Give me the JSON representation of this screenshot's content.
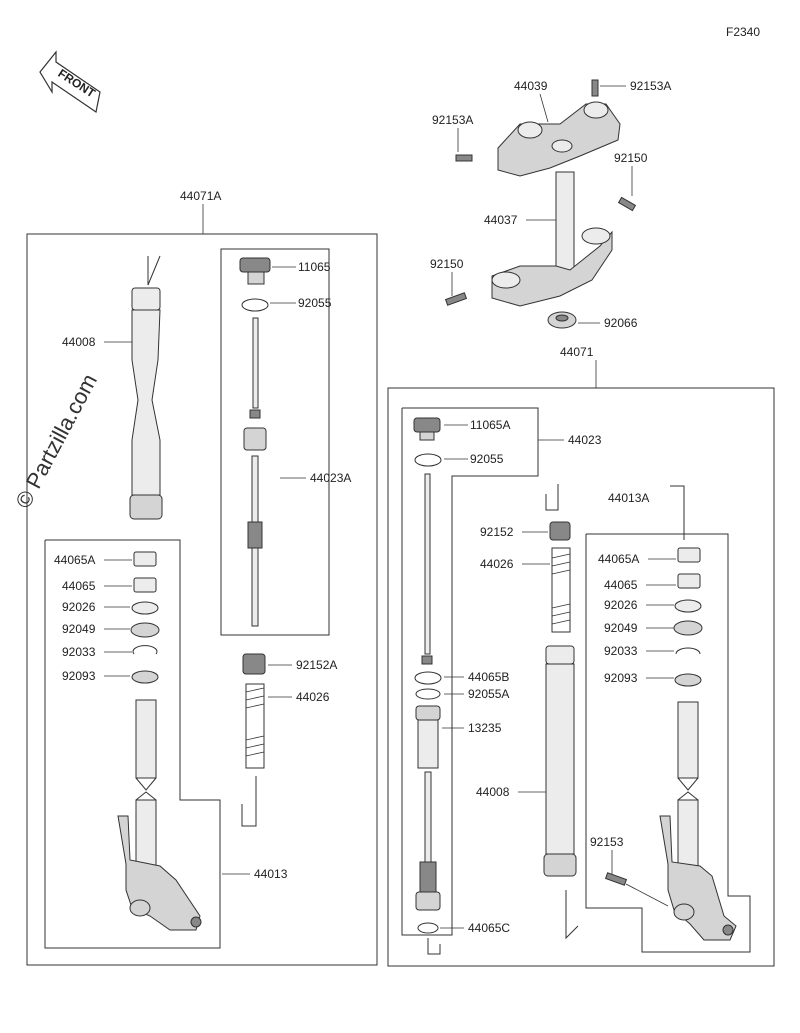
{
  "figure_code": "F2340",
  "front_label": "FRONT",
  "watermark": "© Partzilla.com",
  "left_assembly": {
    "assembly_label": "44071A",
    "parts": {
      "outer_tube": "44008",
      "cap_bolt": "11065",
      "oring_cap": "92055",
      "cartridge": "44023A",
      "bushing_a": "44065A",
      "bushing": "44065",
      "washer": "92026",
      "oil_seal": "92049",
      "circlip": "92033",
      "dust_seal": "92093",
      "spring_nut": "92152A",
      "spring": "44026",
      "inner_tube": "44013"
    }
  },
  "triple_clamp": {
    "upper_bracket": "44039",
    "bolt_right": "92153A",
    "bolt_left": "92153A",
    "stem": "44037",
    "bolt_stem_right": "92150",
    "bolt_stem_left": "92150",
    "stem_cap": "92066"
  },
  "right_assembly": {
    "assembly_label": "44071",
    "parts": {
      "cap_bolt": "11065A",
      "cartridge": "44023",
      "oring_cap": "92055",
      "spring_nut": "92152",
      "spring": "44026",
      "inner_assembly": "44013A",
      "bushing_a": "44065A",
      "bushing": "44065",
      "washer": "92026",
      "oil_seal": "92049",
      "circlip": "92033",
      "dust_seal": "92093",
      "bushing_b": "44065B",
      "oring_b": "92055A",
      "cylinder": "13235",
      "outer_tube": "44008",
      "axle_bolt": "92153",
      "bushing_c": "44065C"
    }
  }
}
